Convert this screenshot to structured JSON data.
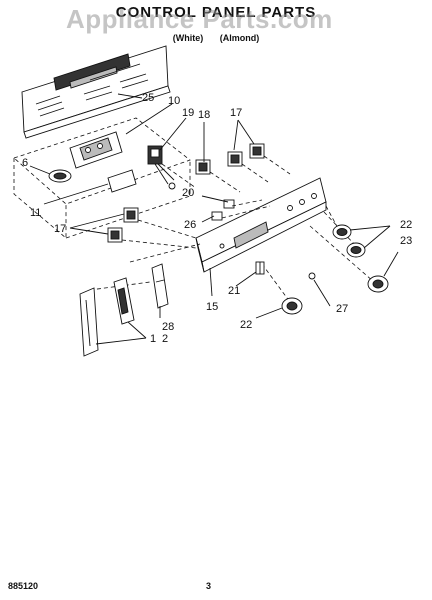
{
  "header": {
    "title": "CONTROL PANEL PARTS",
    "models": "",
    "colors": "(White) (Almond)"
  },
  "watermark": "Appliance Parts.com",
  "callouts": {
    "c1": "1",
    "c2": "2",
    "c6": "6",
    "c10": "10",
    "c11": "11",
    "c15": "15",
    "c17a": "17",
    "c17b": "17",
    "c18": "18",
    "c19": "19",
    "c20": "20",
    "c21": "21",
    "c22a": "22",
    "c22b": "22",
    "c23": "23",
    "c25": "25",
    "c26": "26",
    "c27": "27",
    "c28": "28"
  },
  "footer": {
    "doc_number": "885120",
    "page_number": "3"
  }
}
